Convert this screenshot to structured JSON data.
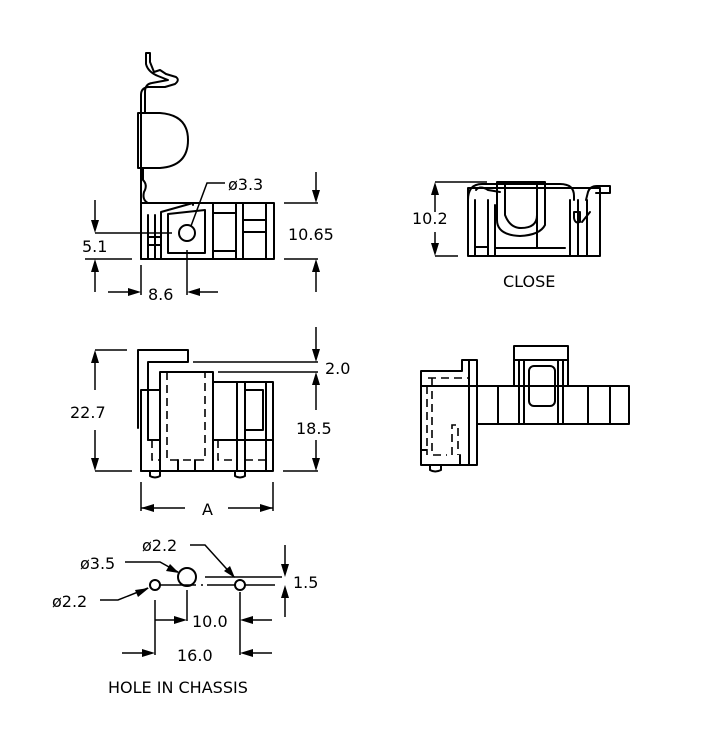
{
  "side_view": {
    "dim_hole": "ø3.3",
    "dim_height": "10.65",
    "dim_hole_height": "5.1",
    "dim_hole_offset": "8.6"
  },
  "close_view": {
    "dim_height": "10.2",
    "label": "CLOSE"
  },
  "front_view": {
    "dim_total_height": "22.7",
    "dim_step": "2.0",
    "dim_body_height": "18.5",
    "dim_width": "A"
  },
  "chassis": {
    "dim_hole_left": "ø2.2",
    "dim_hole_center": "ø3.5",
    "dim_hole_right": "ø2.2",
    "dim_offset": "1.5",
    "dim_pitch_small": "10.0",
    "dim_pitch_large": "16.0",
    "label": "HOLE IN CHASSIS"
  }
}
